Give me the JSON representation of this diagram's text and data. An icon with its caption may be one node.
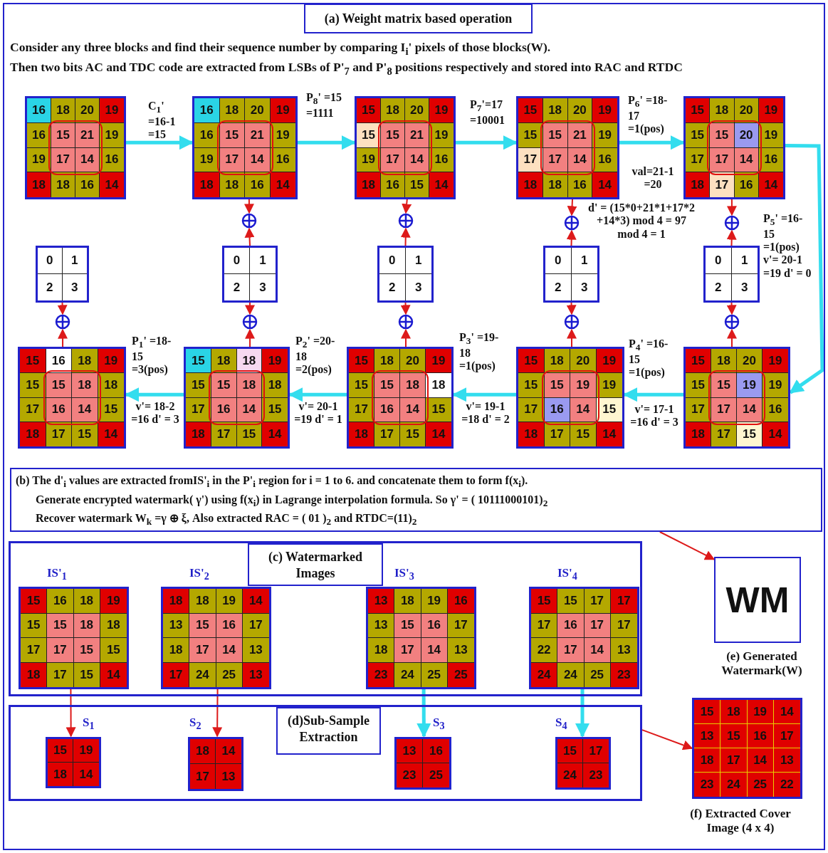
{
  "diagram": {
    "nodes": [
      {
        "text": [
          "(a) Weight matrix based operation"
        ]
      },
      {
        "text": [
          "16",
          "18",
          "20",
          "19",
          "16",
          "15",
          "21",
          "19",
          "19",
          "17",
          "14",
          "16",
          "18",
          "18",
          "16",
          "14"
        ]
      },
      {
        "text": [
          "16",
          "18",
          "20",
          "19",
          "16",
          "15",
          "21",
          "19",
          "19",
          "17",
          "14",
          "16",
          "18",
          "18",
          "16",
          "14"
        ]
      },
      {
        "text": [
          "15",
          "18",
          "20",
          "19",
          "15",
          "15",
          "21",
          "19",
          "19",
          "17",
          "14",
          "16",
          "18",
          "16",
          "15",
          "14"
        ]
      },
      {
        "text": [
          "15",
          "18",
          "20",
          "19",
          "15",
          "15",
          "21",
          "19",
          "17",
          "17",
          "14",
          "16",
          "18",
          "18",
          "16",
          "14"
        ]
      },
      {
        "text": [
          "15",
          "18",
          "20",
          "19",
          "15",
          "15",
          "20",
          "19",
          "17",
          "17",
          "14",
          "16",
          "18",
          "17",
          "16",
          "14"
        ]
      },
      {
        "text": [],
        "shape": "circle"
      },
      {
        "text": [],
        "shape": "circle"
      },
      {
        "text": [],
        "shape": "circle"
      },
      {
        "text": [],
        "shape": "circle"
      },
      {
        "text": [
          "0",
          "1",
          "2",
          "3"
        ]
      },
      {
        "text": [
          "0",
          "1",
          "2",
          "3"
        ]
      },
      {
        "text": [
          "0",
          "1",
          "2",
          "3"
        ]
      },
      {
        "text": [
          "0",
          "1",
          "2",
          "3"
        ]
      },
      {
        "text": [
          "0",
          "1",
          "2",
          "3"
        ]
      },
      {
        "text": [],
        "shape": "circle"
      },
      {
        "text": [],
        "shape": "circle"
      },
      {
        "text": [],
        "shape": "circle"
      },
      {
        "text": [],
        "shape": "circle"
      },
      {
        "text": [],
        "shape": "circle"
      },
      {
        "text": [
          "15",
          "16",
          "18",
          "19",
          "15",
          "15",
          "18",
          "18",
          "17",
          "16",
          "14",
          "15",
          "18",
          "17",
          "15",
          "14"
        ]
      },
      {
        "text": [
          "15",
          "18",
          "18",
          "19",
          "15",
          "15",
          "18",
          "18",
          "17",
          "16",
          "14",
          "15",
          "18",
          "17",
          "15",
          "14"
        ]
      },
      {
        "text": [
          "15",
          "18",
          "20",
          "19",
          "15",
          "15",
          "18",
          "18",
          "17",
          "16",
          "14",
          "15",
          "18",
          "17",
          "15",
          "14"
        ]
      },
      {
        "text": [
          "15",
          "18",
          "20",
          "19",
          "15",
          "15",
          "19",
          "19",
          "17",
          "16",
          "14",
          "15",
          "18",
          "17",
          "15",
          "14"
        ]
      },
      {
        "text": [
          "15",
          "18",
          "20",
          "19",
          "15",
          "15",
          "19",
          "19",
          "17",
          "17",
          "14",
          "16",
          "18",
          "17",
          "15",
          "14"
        ]
      },
      {
        "text": [
          "(b) The d'$_{i}$ values are extracted fromIS'$_{i}$ in the P'$_{i}$ region for i = 1 to 6. and concatenate them to form f(x$_{i}$).",
          "Generate encrypted watermark( γ') using  f(x$_{i}$) in Lagrange interpolation formula. So γ' = ( 10111000101)$_{2}$",
          "Recover watermark  W$_{k}$ =γ ⊕ ξ,  Also extracted RAC = ( 01 )$_{2}$ and RTDC=(11)$_{2}$"
        ]
      },
      {
        "text": [
          "(c) Watermarked Images"
        ]
      },
      {
        "text": [
          "IS'$_{1}$",
          "15",
          "16",
          "18",
          "19",
          "15",
          "15",
          "18",
          "18",
          "17",
          "17",
          "15",
          "15",
          "18",
          "17",
          "15",
          "14"
        ],
        "in": 26
      },
      {
        "text": [
          "IS'$_{2}$",
          "18",
          "18",
          "19",
          "14",
          "13",
          "15",
          "16",
          "17",
          "18",
          "17",
          "14",
          "13",
          "17",
          "24",
          "25",
          "13"
        ],
        "in": 26
      },
      {
        "text": [
          "IS'$_{3}$",
          "13",
          "18",
          "19",
          "16",
          "13",
          "15",
          "16",
          "17",
          "18",
          "17",
          "14",
          "13",
          "23",
          "24",
          "25",
          "25"
        ],
        "in": 26
      },
      {
        "text": [
          "IS'$_{4}$",
          "15",
          "15",
          "17",
          "17",
          "17",
          "16",
          "17",
          "17",
          "22",
          "17",
          "14",
          "13",
          "24",
          "24",
          "25",
          "23"
        ],
        "in": 26
      },
      {
        "text": [
          "(d)Sub-Sample Extraction"
        ]
      },
      {
        "text": [
          "S$_{1}$",
          "15",
          "19",
          "18",
          "14"
        ],
        "in": 31
      },
      {
        "text": [
          "S$_{2}$",
          "18",
          "14",
          "17",
          "13"
        ],
        "in": 31
      },
      {
        "text": [
          "S$_{3}$",
          "13",
          "16",
          "23",
          "25"
        ],
        "in": 31
      },
      {
        "text": [
          "S$_{4}$",
          "15",
          "17",
          "24",
          "23"
        ],
        "in": 31
      },
      {
        "text": [
          "WM"
        ],
        "beside": [
          "(e) Generated Watermark(W)"
        ]
      },
      {
        "text": [
          "15",
          "18",
          "19",
          "14",
          "13",
          "15",
          "16",
          "17",
          "18",
          "17",
          "14",
          "13",
          "23",
          "24",
          "25",
          "22"
        ],
        "beside": [
          "(f) Extracted Cover Image (4 x 4)"
        ]
      }
    ],
    "edges": [
      {
        "from": 1,
        "to": 2,
        "arrow": "to",
        "style": "thick",
        "color": "#33ddee"
      },
      {
        "from": 2,
        "to": 3,
        "arrow": "to",
        "style": "thick",
        "color": "#33ddee"
      },
      {
        "from": 3,
        "to": 4,
        "arrow": "to",
        "style": "thick",
        "color": "#33ddee"
      },
      {
        "from": 4,
        "to": 5,
        "arrow": "to",
        "style": "thick",
        "color": "#33ddee"
      },
      {
        "from": 5,
        "to": 24,
        "arrow": "to",
        "style": "thick",
        "color": "#33ddee"
      },
      {
        "from": 24,
        "to": 23,
        "arrow": "to",
        "style": "thick",
        "color": "#33ddee"
      },
      {
        "from": 23,
        "to": 22,
        "arrow": "to",
        "style": "thick",
        "color": "#33ddee"
      },
      {
        "from": 22,
        "to": 21,
        "arrow": "to",
        "style": "thick",
        "color": "#33ddee"
      },
      {
        "from": 21,
        "to": 20,
        "arrow": "to",
        "style": "thick",
        "color": "#33ddee"
      },
      {
        "from": 2,
        "to": 6,
        "arrow": "to"
      },
      {
        "from": 3,
        "to": 7,
        "arrow": "to"
      },
      {
        "from": 4,
        "to": 8,
        "arrow": "to"
      },
      {
        "from": 5,
        "to": 9,
        "arrow": "to"
      },
      {
        "from": 11,
        "to": 6,
        "arrow": "to"
      },
      {
        "from": 12,
        "to": 7,
        "arrow": "to"
      },
      {
        "from": 13,
        "to": 8,
        "arrow": "to"
      },
      {
        "from": 14,
        "to": 9,
        "arrow": "to"
      },
      {
        "from": 10,
        "to": 15,
        "arrow": "to"
      },
      {
        "from": 11,
        "to": 16,
        "arrow": "to"
      },
      {
        "from": 12,
        "to": 17,
        "arrow": "to"
      },
      {
        "from": 13,
        "to": 18,
        "arrow": "to"
      },
      {
        "from": 14,
        "to": 19,
        "arrow": "to"
      },
      {
        "from": 20,
        "to": 15,
        "arrow": "to"
      },
      {
        "from": 21,
        "to": 16,
        "arrow": "to"
      },
      {
        "from": 22,
        "to": 17,
        "arrow": "to"
      },
      {
        "from": 23,
        "to": 18,
        "arrow": "to"
      },
      {
        "from": 24,
        "to": 19,
        "arrow": "to"
      },
      {
        "from": 25,
        "to": 36,
        "arrow": "to"
      },
      {
        "from": 27,
        "to": 32,
        "arrow": "to"
      },
      {
        "from": 28,
        "to": 33,
        "arrow": "to"
      },
      {
        "from": 29,
        "to": 34,
        "arrow": "to",
        "style": "thick",
        "color": "#33ddee"
      },
      {
        "from": 30,
        "to": 35,
        "arrow": "to",
        "style": "thick",
        "color": "#33ddee"
      },
      {
        "from": 31,
        "to": 37,
        "arrow": "to"
      }
    ],
    "labels": [
      "Consider any three blocks and find their sequence number by comparing I$_{i}$' pixels of those blocks(W).",
      "Then two bits AC and TDC code are extracted from LSBs of P'$_{7}$ and  P'$_{8}$ positions respectively and stored into RAC and RTDC",
      "C$_{1}$' =16-1 =15",
      "P$_{8}$' =15 =1111",
      "P$_{7}$'=17 =10001",
      "P$_{6}$' =18-17 =1(pos)",
      "val=21-1 =20",
      "d' = (15*0+21*1+17*2 +14*3) mod 4 = 97 mod 4 = 1",
      "P$_{5}$' =16-15 =1(pos) v'= 20-1 =19 d' = 0",
      "P$_{1}$' =18-15 =3(pos)",
      "v'= 18-2 =16 d' = 3",
      "P$_{2}$' =20-18 =2(pos)",
      "v'= 20-1 =19 d' = 1",
      "P$_{3}$' =19-18 =1(pos)",
      "v'= 19-1 =18 d' = 2",
      "P$_{4}$' =16-15 =1(pos)",
      "v'= 17-1 =16 d' = 3"
    ]
  }
}
